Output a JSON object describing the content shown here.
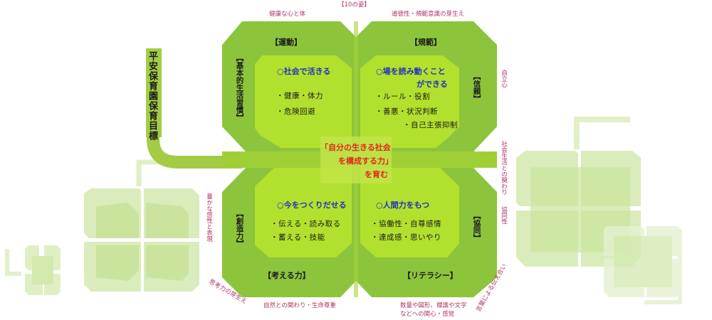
{
  "header": "【10の姿】",
  "main_title": "平安保育園保育目標",
  "center_message": [
    "「自分の生きる社会",
    "を構成する力」",
    "を育む"
  ],
  "quadrants": {
    "top_left": {
      "heading": "【運動】",
      "side": "【基本的生活習慣】",
      "goal": "○社会で活きる",
      "items": [
        "・健康・体力",
        "・危険回避"
      ]
    },
    "top_right": {
      "heading": "【規範】",
      "side": "【信頼】",
      "goal": [
        "○場を読み動くこと",
        "ができる"
      ],
      "items": [
        "・ルール・役割",
        "・善悪・状況判断",
        "・自己主張抑制"
      ]
    },
    "bottom_left": {
      "heading": "【考える力】",
      "side": "【創造力】",
      "goal": "○今をつくりだせる",
      "items": [
        "・伝える・読み取る",
        "・蓄える・技能"
      ]
    },
    "bottom_right": {
      "heading": "【リテラシー】",
      "side": "【協同】",
      "goal": "○人間力をもつ",
      "items": [
        "・協働性・自尊感情",
        "・達成感・思いやり"
      ]
    }
  },
  "outer_labels": {
    "health": "健康な心と体",
    "morality": "道徳性・規範意識の芽生え",
    "independence": "自立心",
    "social_life": "社会生活との関わり",
    "cooperation": "協同性",
    "expression": "豊かな感性と表現",
    "thinking": "思考力の芽生え",
    "nature": "自然との関わり・生命尊重",
    "numbers": [
      "数量や図形、標識や文字",
      "などへの関心・感覚"
    ],
    "language": "言葉による伝え合い"
  },
  "colors": {
    "leaf_outer": "#8cc43c",
    "leaf_inner": "#b2e02e",
    "stem": "#a2cc46",
    "pale_outer": "#d8ebb6",
    "pale_inner": "#bede86",
    "red": "#e8241c",
    "blue": "#2233bb",
    "magenta": "#b0306a"
  }
}
